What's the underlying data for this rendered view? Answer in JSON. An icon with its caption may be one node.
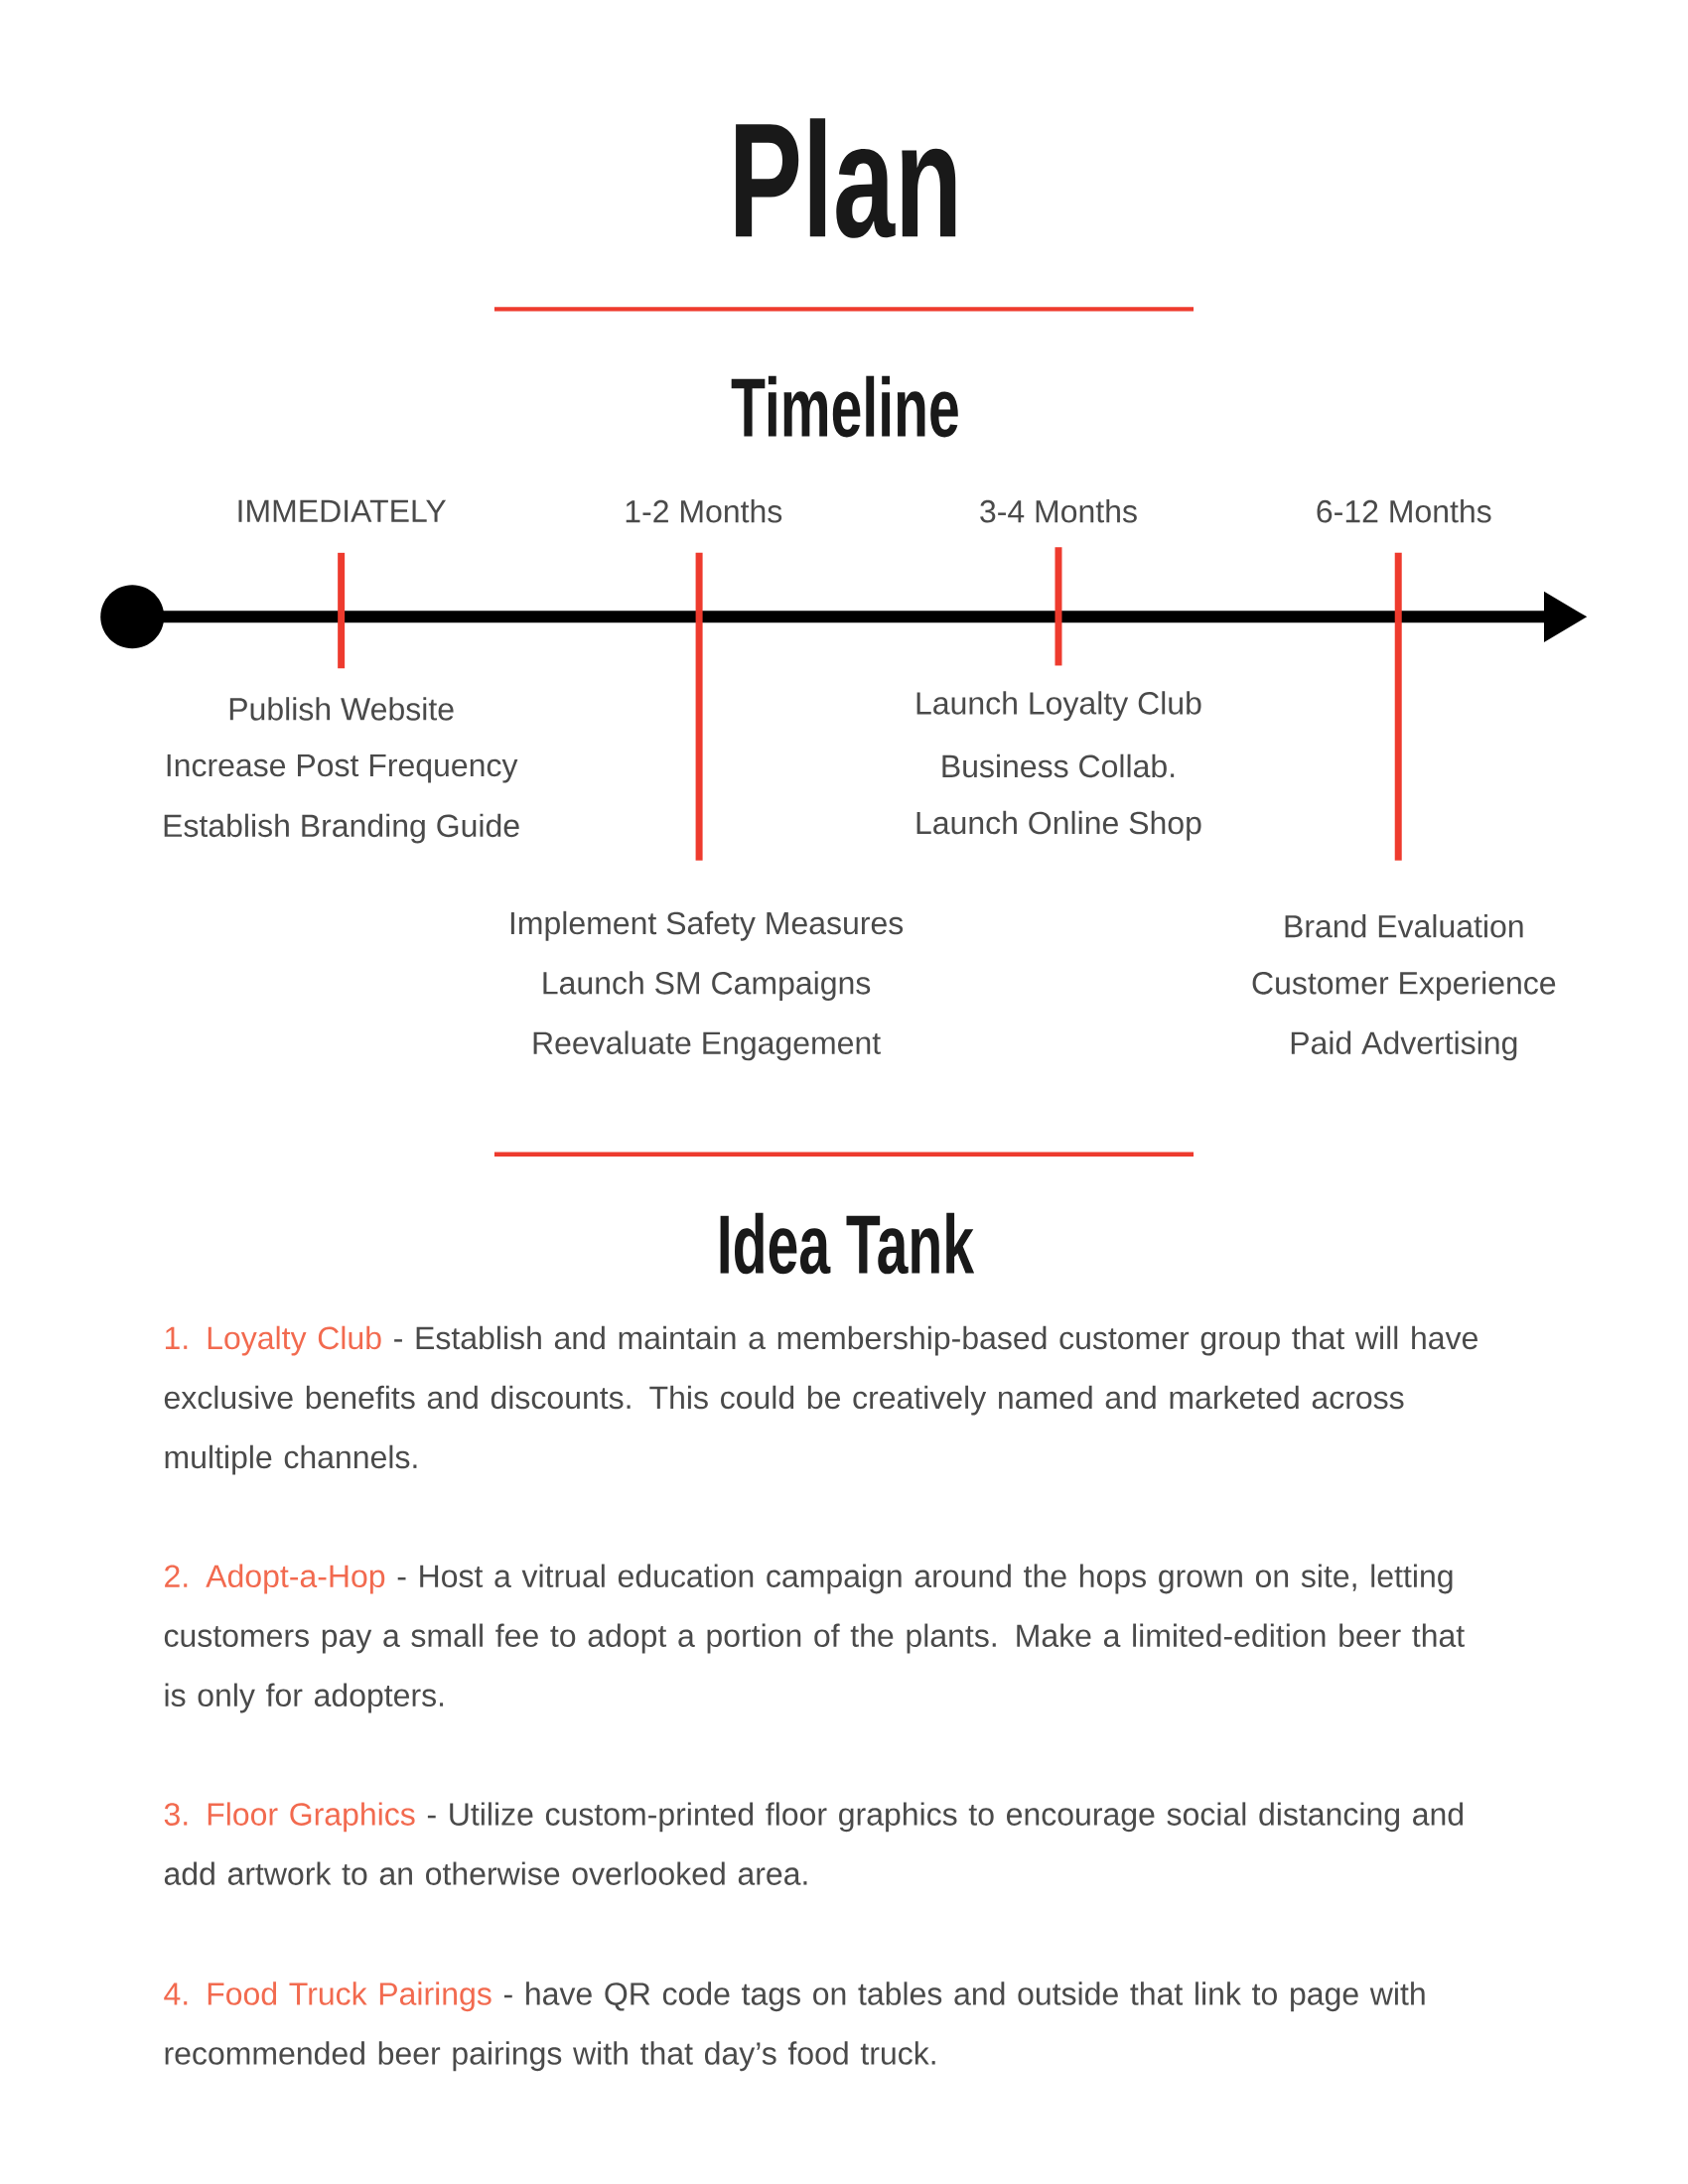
{
  "diagram": {
    "title": "Plan",
    "labels": [
      "Timeline",
      "IMMEDIATELY",
      "1-2 Months",
      "3-4 Months",
      "6-12 Months",
      "Publish Website",
      "Increase Post Frequency",
      "Establish Branding Guide",
      "Launch Loyalty Club",
      "Business Collab.",
      "Launch Online Shop",
      "Implement Safety Measures",
      "Launch SM Campaigns",
      "Reevaluate Engagement",
      "Brand Evaluation",
      "Customer Experience",
      "Paid Advertising",
      "Idea Tank",
      "1. Loyalty Club",
      "- Establish and maintain a membership-based customer group that will have exclusive benefits and discounts. This could be creatively named and marketed across multiple channels.",
      "2. Adopt-a-Hop",
      "- Host a vitrual education campaign around the hops grown on site, letting customers pay a small fee to adopt a portion of the plants. Make a limited-edition beer that is only for adopters.",
      "3. Floor Graphics",
      "- Utilize custom-printed floor graphics to encourage social distancing and add artwork to an otherwise overlooked area.",
      "4. Food Truck Pairings",
      "- have QR code tags on tables and outside that link to page with recommended beer pairings with that day’s food truck."
    ]
  }
}
